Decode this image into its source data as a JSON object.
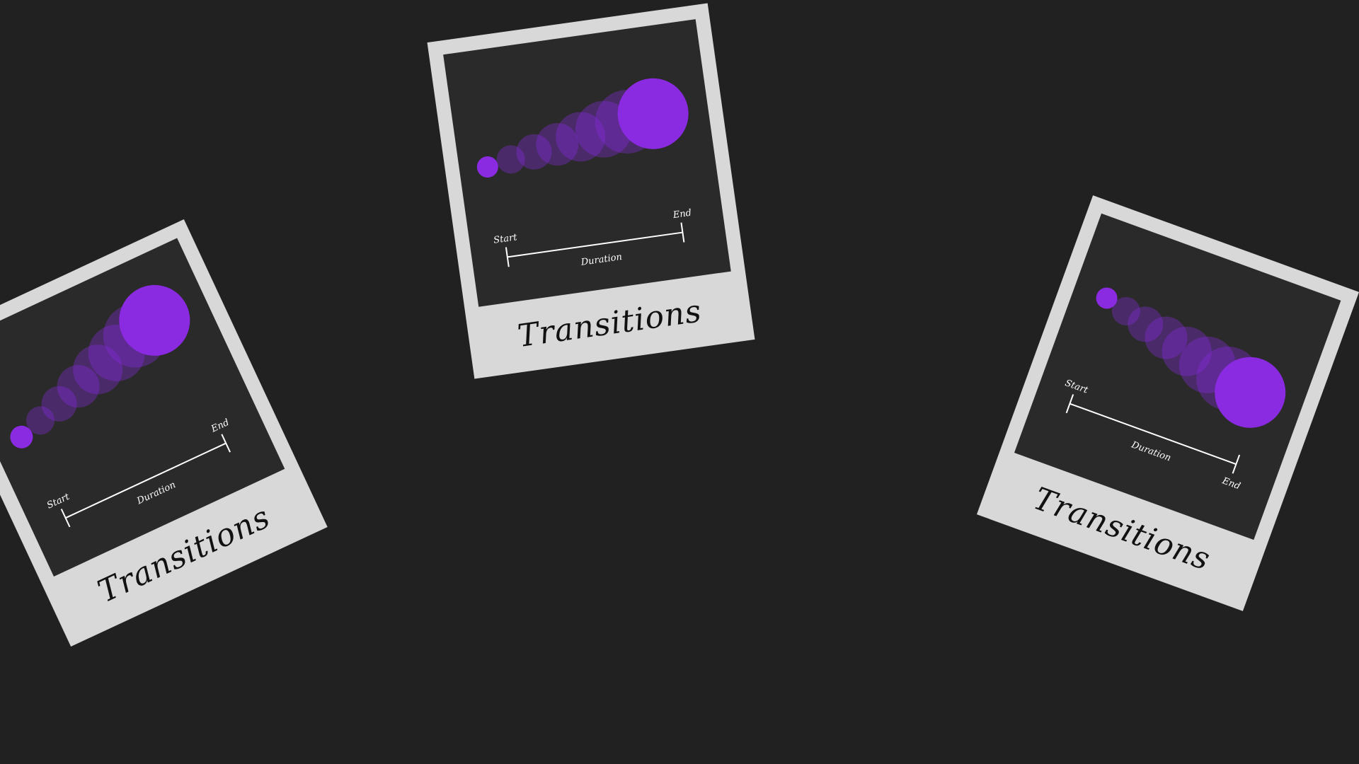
{
  "cards": [
    {
      "title": "Transitions",
      "timeline": {
        "start_label": "Start",
        "end_label": "End",
        "duration_label": "Duration"
      }
    },
    {
      "title": "Transitions",
      "timeline": {
        "start_label": "Start",
        "end_label": "End",
        "duration_label": "Duration"
      }
    },
    {
      "title": "Transitions",
      "timeline": {
        "start_label": "Start",
        "end_label": "End",
        "duration_label": "Duration"
      }
    }
  ],
  "colors": {
    "background": "#212121",
    "card_frame": "#d8d8d8",
    "photo_bg": "#2a2a2a",
    "accent": "#8a2be2",
    "caption_text": "#111111",
    "line_white": "#ffffff"
  }
}
